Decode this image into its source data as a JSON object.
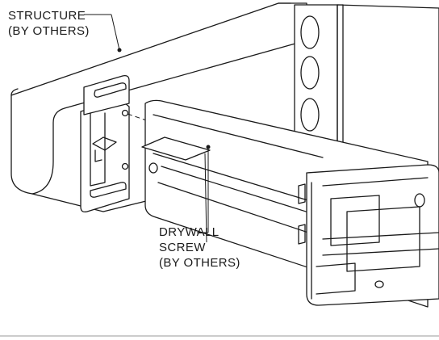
{
  "labels": {
    "structure_line1": "STRUCTURE",
    "structure_line2": "(BY OTHERS)",
    "screw_line1": "DRYWALL",
    "screw_line2": "SCREW",
    "screw_line3": "(BY OTHERS)"
  }
}
